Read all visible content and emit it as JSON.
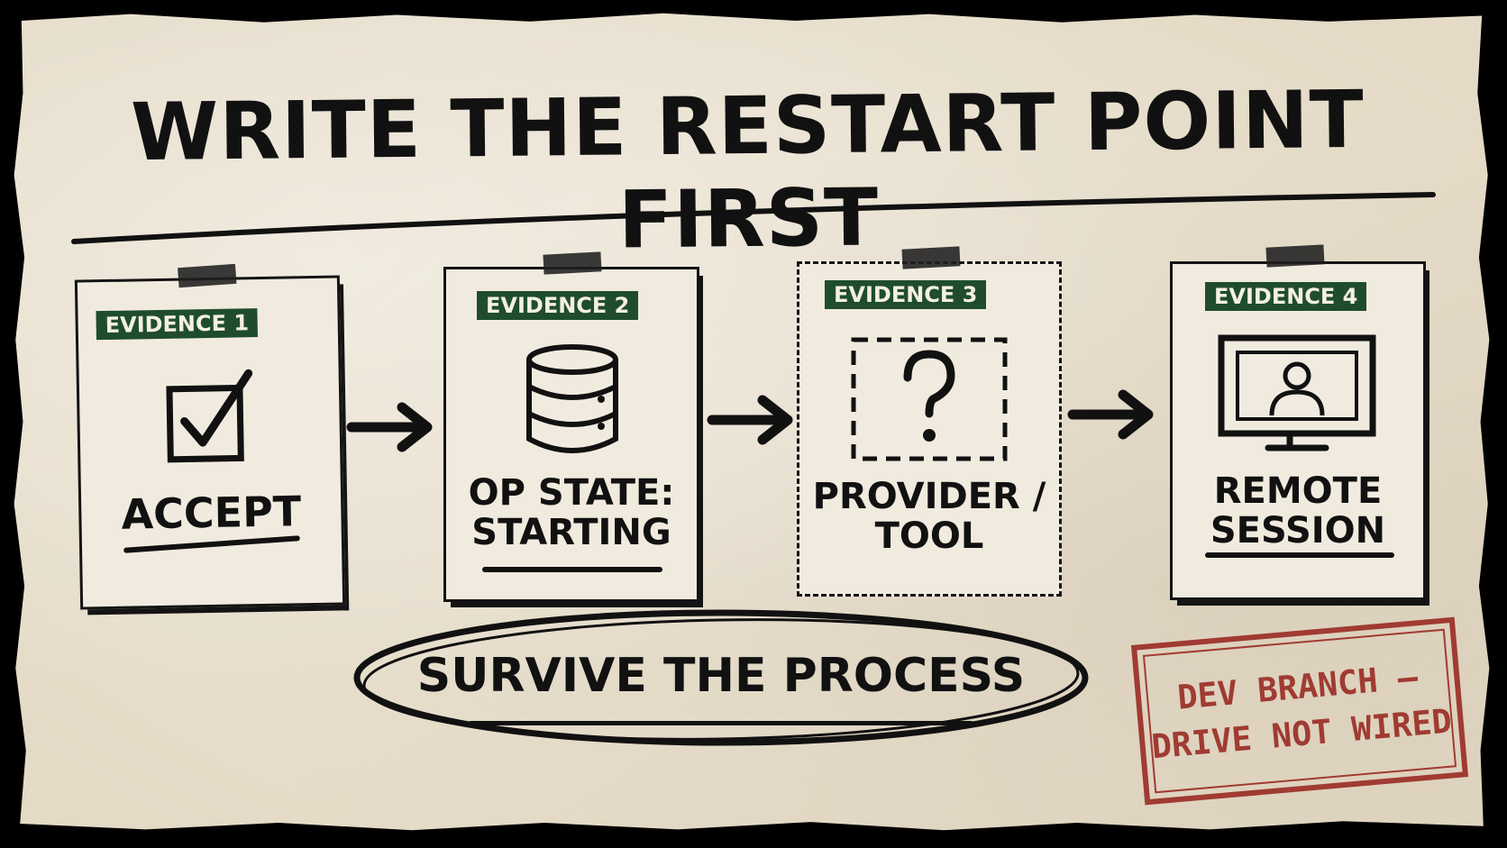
{
  "title": "WRITE THE RESTART POINT FIRST",
  "cards": [
    {
      "badge": "EVIDENCE 1",
      "label": "ACCEPT",
      "icon": "checkbox-checked-icon"
    },
    {
      "badge": "EVIDENCE 2",
      "label": "OP STATE:\nSTARTING",
      "icon": "database-icon"
    },
    {
      "badge": "EVIDENCE 3",
      "label": "PROVIDER /\nTOOL",
      "icon": "question-mark-icon"
    },
    {
      "badge": "EVIDENCE 4",
      "label": "REMOTE\nSESSION",
      "icon": "monitor-user-icon"
    }
  ],
  "center_label": "SURVIVE THE PROCESS",
  "stamp": "DEV BRANCH —\nDRIVE NOT WIRED",
  "colors": {
    "paper": "#e9e1cf",
    "ink": "#111111",
    "badge_green": "#1f4d2c",
    "stamp_red": "#9a2b24"
  }
}
